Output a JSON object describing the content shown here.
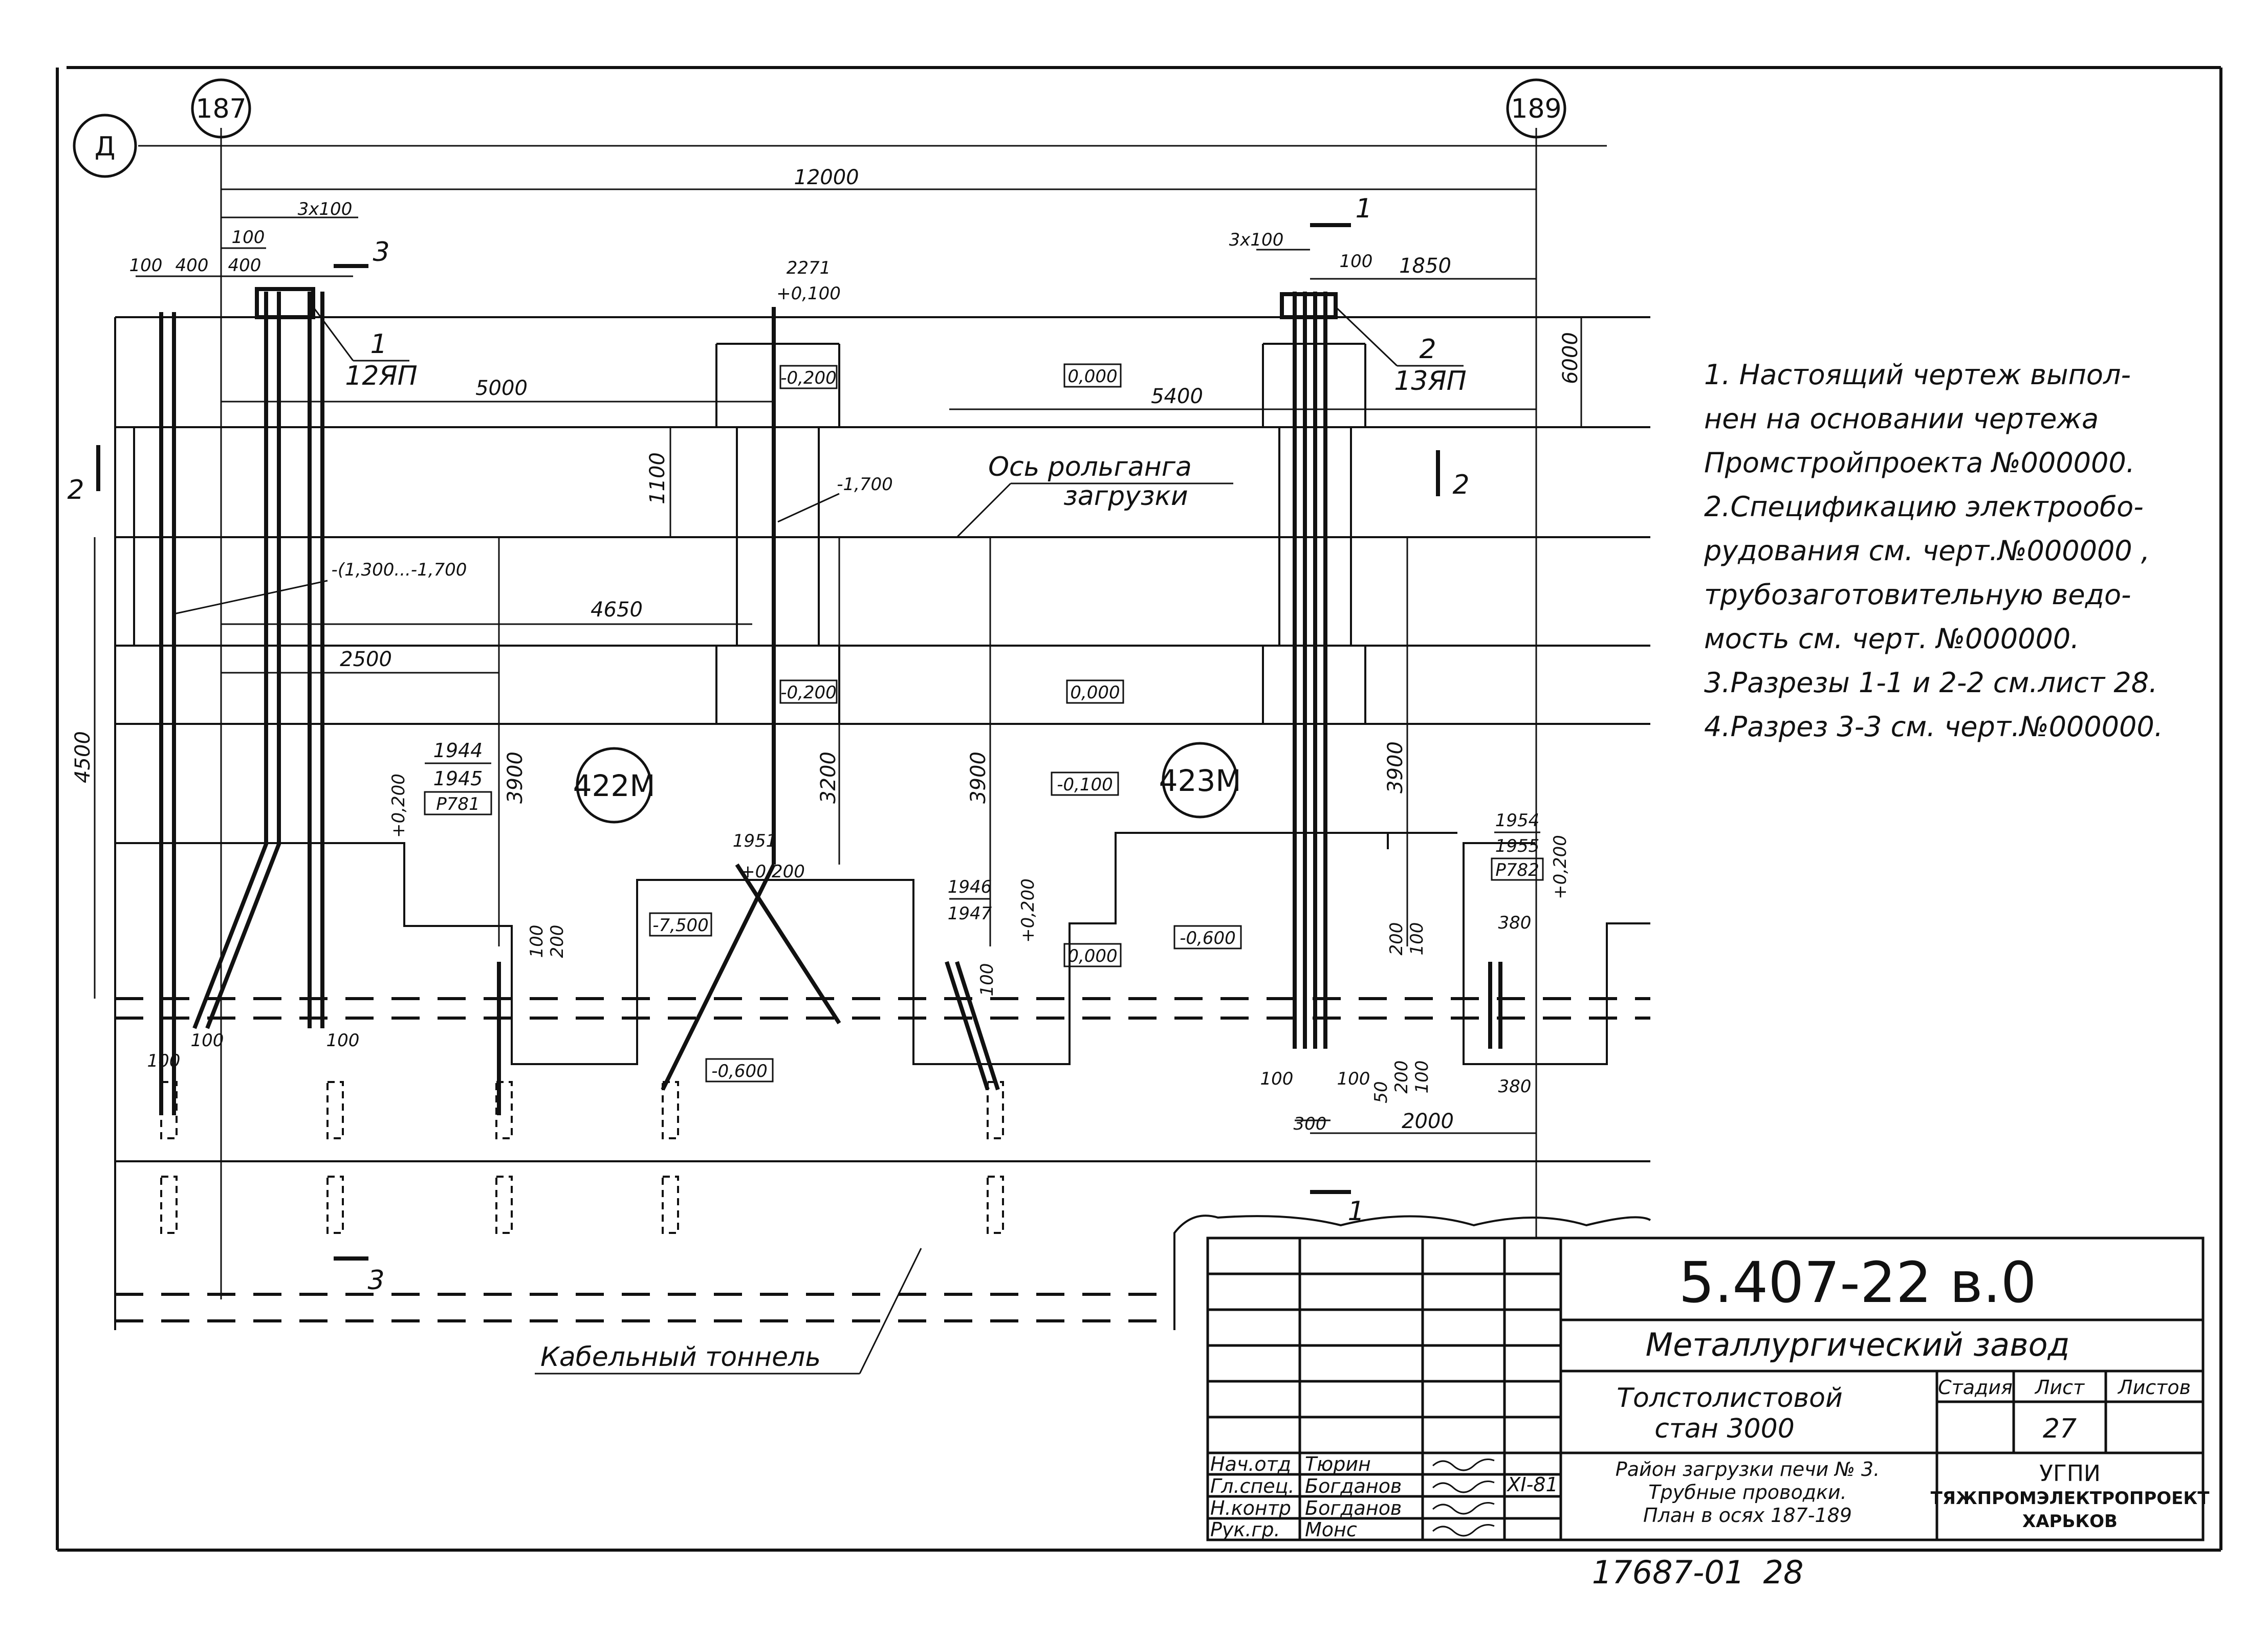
{
  "axes": {
    "row_d": "Д",
    "col_187": "187",
    "col_189": "189"
  },
  "dimensions": {
    "span_12000": "12000",
    "d_3x100_left": "3x100",
    "d_100_top": "100",
    "d_100_left": "100",
    "d_400_a": "400",
    "d_400_b": "400",
    "d_5000": "5000",
    "d_2271": "2271",
    "d_elev_0100": "+0,100",
    "d_5400": "5400",
    "d_1850": "1850",
    "d_3x100_right": "3x100",
    "d_100_right": "100",
    "d_6000": "6000",
    "d_1100": "1100",
    "d_4650": "4650",
    "d_2500": "2500",
    "d_4500": "4500",
    "d_3900_a": "3900",
    "d_3200": "3200",
    "d_3900_b": "3900",
    "d_3900_c": "3900",
    "d_100_b1": "100",
    "d_100_b2": "100",
    "d_100_b3": "100",
    "d_100_c": "100",
    "d_200_c": "200",
    "d_100_d": "100",
    "d_200_r": "200",
    "d_100_r": "100",
    "d_380_a": "380",
    "d_380_b": "380",
    "d_50": "50",
    "d_200_r2": "200",
    "d_100_r2": "100",
    "d_100_rb1": "100",
    "d_100_rb2": "100",
    "d_300": "300",
    "d_2000": "2000"
  },
  "elevations": {
    "e_m0200_a": "-0,200",
    "e_m0200_b": "-0,200",
    "e_0000_a": "0,000",
    "e_0000_b": "0,000",
    "e_0000_c": "0,000",
    "e_m1700": "-1,700",
    "e_range": "-(1,300...-1,700",
    "e_m0100": "-0,100",
    "e_m7500": "-7,500",
    "e_m0600_a": "-0,600",
    "e_m0600_b": "-0,600",
    "e_p0200_a": "+0,200",
    "e_p0200_b": "+0,200",
    "e_p0200_c": "+0,200",
    "e_p0200_d": "+0,200"
  },
  "equipment": {
    "m1944": "1944",
    "m1945": "1945",
    "p781": "Р781",
    "m1951": "1951",
    "m1946": "1946",
    "m1947": "1947",
    "m1954": "1954",
    "m1955": "1955",
    "p782": "Р782",
    "room_422": "422М",
    "room_423": "423М",
    "pos1_num": "1",
    "pos1_ref": "12ЯП",
    "pos2_num": "2",
    "pos2_ref": "13ЯП"
  },
  "sections": {
    "s1_top": "1",
    "s1_bottom": "1",
    "s2_left": "2",
    "s2_right": "2",
    "s3_top": "3",
    "s3_bottom": "3"
  },
  "labels": {
    "roller_axis_line1": "Ось рольганга",
    "roller_axis_line2": "загрузки",
    "cable_tunnel": "Кабельный тоннель"
  },
  "notes": [
    "1. Настоящий чертеж выпол-",
    "нен на основании чертежа",
    "Промстройпроекта №000000.",
    "2.Спецификацию электрообо-",
    "рудования см. черт.№000000 ,",
    "трубозаготовительную ведо-",
    "мость см. черт. №000000.",
    "3.Разрезы 1-1 и 2-2 см.лист 28.",
    "4.Разрез 3-3 см. черт.№000000."
  ],
  "title_block": {
    "doc_number": "5.407-22 в.0",
    "plant": "Металлургический завод",
    "mill_line1": "Толстолистовой",
    "mill_line2": "стан 3000",
    "sheet_title_line1": "Район загрузки печи № 3.",
    "sheet_title_line2": "Трубные проводки.",
    "sheet_title_line3": "План в осях 187-189",
    "col_stage": "Стадия",
    "col_sheet": "Лист",
    "col_sheets": "Листов",
    "sheet_no": "27",
    "org_line1": "УГПИ",
    "org_line2": "ТЯЖПРОМЭЛЕКТРОПРОЕКТ",
    "org_line3": "ХАРЬКОВ",
    "date": "XI-81",
    "signatures": [
      {
        "role": "Нач.отд",
        "name": "Тюрин"
      },
      {
        "role": "Гл.спец.",
        "name": "Богданов"
      },
      {
        "role": "Н.контр",
        "name": "Богданов"
      },
      {
        "role": "Рук.гр.",
        "name": "Монс"
      }
    ]
  },
  "footer": {
    "archive_number": "17687-01",
    "sheet": "28"
  }
}
